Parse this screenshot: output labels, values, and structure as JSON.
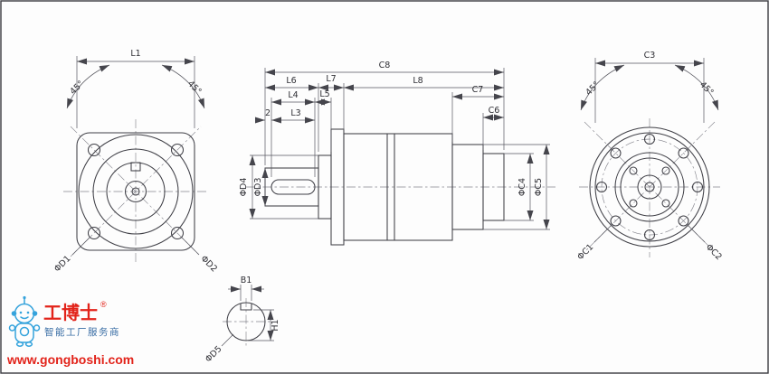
{
  "front": {
    "l1": "L1",
    "angle_left": "45°",
    "angle_right": "45°",
    "d1": "ΦD1",
    "d2": "ΦD2"
  },
  "side": {
    "c8": "C8",
    "l6": "L6",
    "l7": "L7",
    "l8": "L8",
    "l4": "L4",
    "l5": "L5",
    "two": "2",
    "l3": "L3",
    "c7": "C7",
    "c6": "C6",
    "d3": "ΦD3",
    "d4": "ΦD4",
    "c4": "ΦC4",
    "c5": "ΦC5"
  },
  "rear": {
    "c3": "C3",
    "angle_left": "45°",
    "angle_right": "45°",
    "c1": "ΦC1",
    "c2": "ΦC2"
  },
  "detail": {
    "b1": "B1",
    "h1": "H1",
    "d5": "ΦD5"
  },
  "logo": {
    "brand": "工博士",
    "reg": "®",
    "tagline": "智能工厂服务商",
    "url": "www.gongboshi.com"
  },
  "colors": {
    "line": "#3f3f46",
    "dimension": "#56565e",
    "centerline": "#85858d",
    "brand_red": "#e2231a",
    "mascot_blue": "#35a3dc",
    "tagline_blue": "#3a6ea5"
  }
}
